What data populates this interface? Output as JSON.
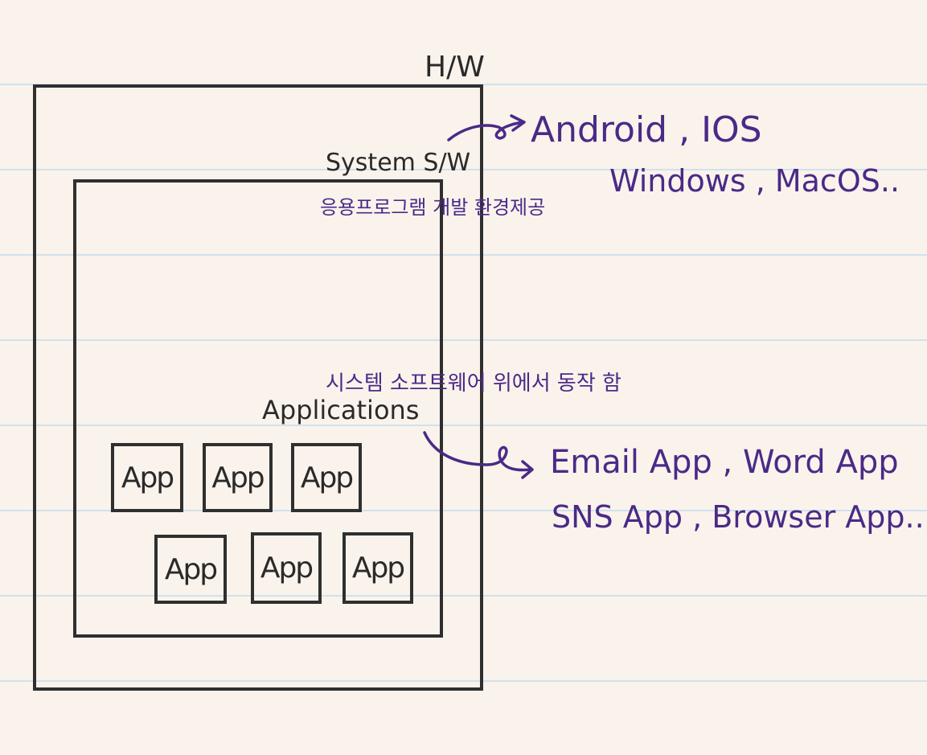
{
  "colors": {
    "ink": "#2a2a2a",
    "accent": "#4a2a87",
    "paper": "#faf3ec",
    "rule": "#cfe2ee"
  },
  "labels": {
    "hw": "H/W",
    "system_sw": "System S/W",
    "system_sw_desc": "응용프로그램 개발 환경제공",
    "applications": "Applications",
    "applications_desc": "시스템 소프트웨어 위에서 동작 함",
    "os_line1": "Android , IOS",
    "os_line2": "Windows , MacOS..",
    "apps_line1": "Email App ,  Word App",
    "apps_line2": "SNS App ,  Browser App.."
  },
  "apps": [
    "App",
    "App",
    "App",
    "App",
    "App",
    "App"
  ]
}
